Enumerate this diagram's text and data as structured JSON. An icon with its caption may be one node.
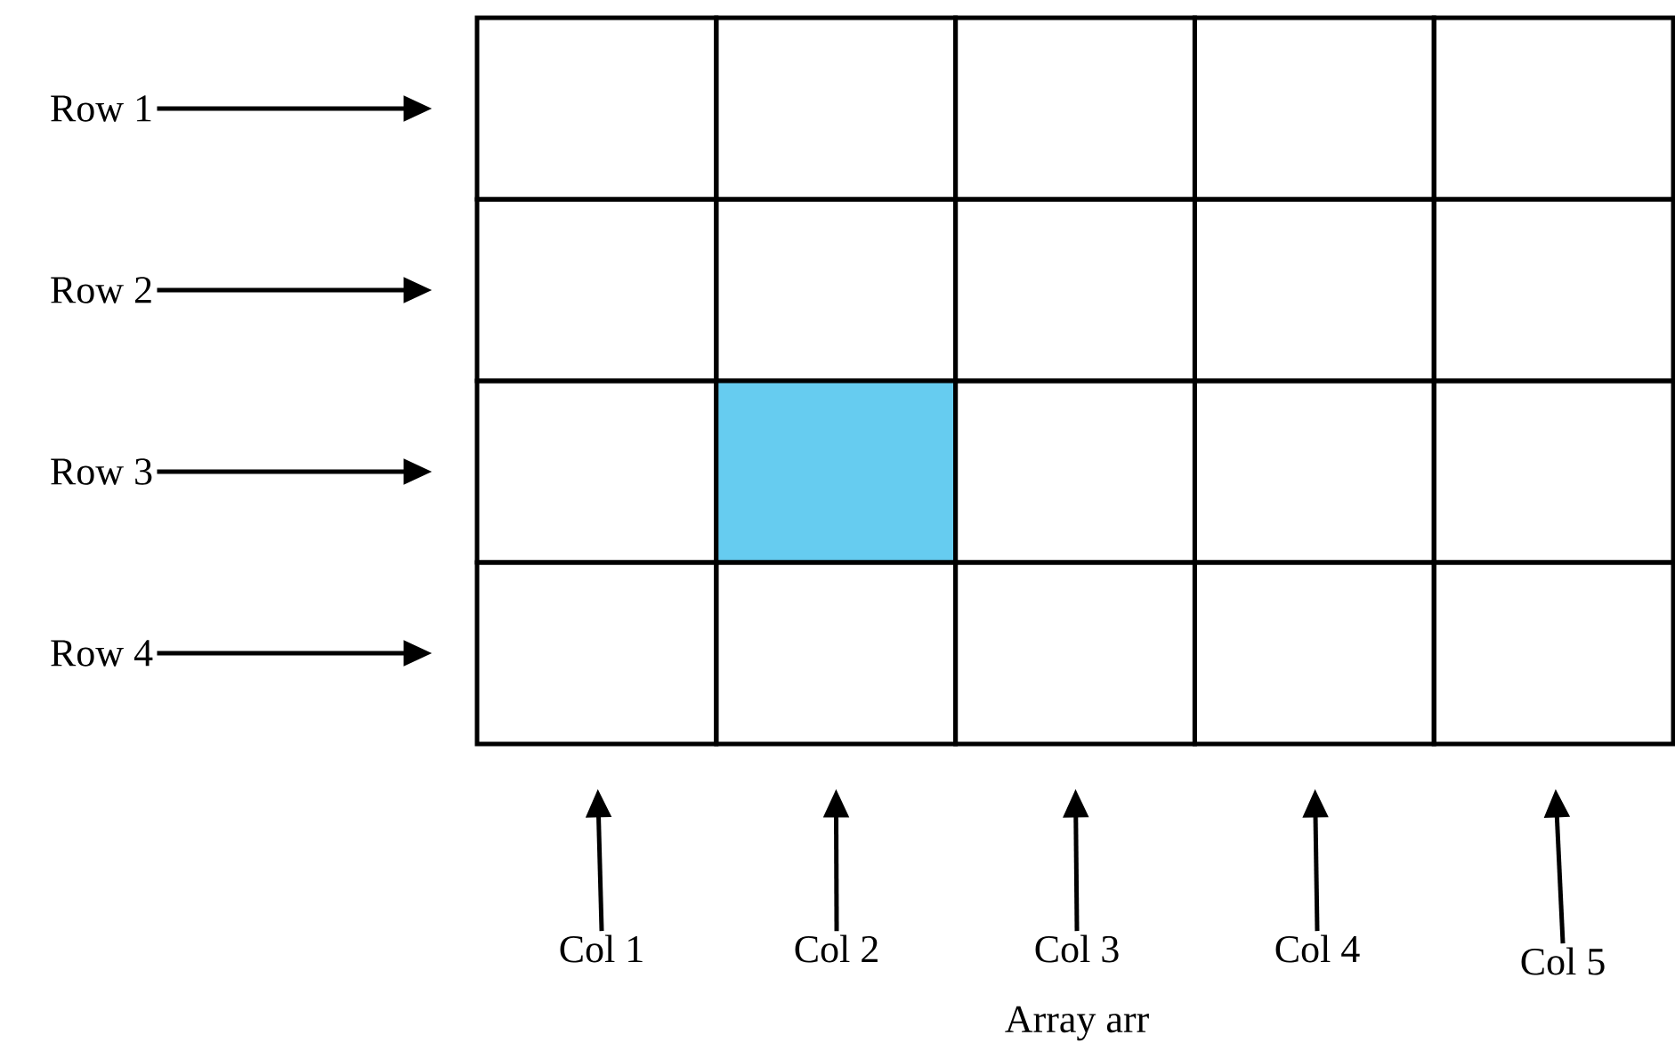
{
  "diagram": {
    "caption": "Array arr",
    "nodes": [
      {
        "text": [],
        "shape": "box"
      },
      {
        "text": [],
        "shape": "box"
      },
      {
        "text": [],
        "shape": "box"
      },
      {
        "text": [],
        "shape": "box"
      },
      {
        "text": [],
        "shape": "box"
      },
      {
        "text": [],
        "shape": "box"
      },
      {
        "text": [],
        "shape": "box"
      },
      {
        "text": [],
        "shape": "box"
      },
      {
        "text": [],
        "shape": "box"
      },
      {
        "text": [],
        "shape": "box"
      },
      {
        "text": [],
        "shape": "box"
      },
      {
        "text": [],
        "shape": "box"
      },
      {
        "text": [],
        "shape": "box"
      },
      {
        "text": [],
        "shape": "box"
      },
      {
        "text": [],
        "shape": "box"
      },
      {
        "text": [],
        "shape": "box"
      },
      {
        "text": [],
        "shape": "box"
      },
      {
        "text": [],
        "shape": "box"
      },
      {
        "text": [],
        "shape": "box"
      },
      {
        "text": [],
        "shape": "box"
      },
      {
        "text": [
          "Row 1"
        ]
      },
      {
        "text": [
          "Row 2"
        ]
      },
      {
        "text": [
          "Row 3"
        ]
      },
      {
        "text": [
          "Row 4"
        ]
      },
      {
        "text": [
          "Col 1"
        ]
      },
      {
        "text": [
          "Col 2"
        ]
      },
      {
        "text": [
          "Col 3"
        ]
      },
      {
        "text": [
          "Col 4"
        ]
      },
      {
        "text": [
          "Col 5"
        ]
      }
    ],
    "edges": [
      {
        "from": 20,
        "to": 0,
        "arrow": "to"
      },
      {
        "from": 21,
        "to": 5,
        "arrow": "to"
      },
      {
        "from": 22,
        "to": 10,
        "arrow": "to"
      },
      {
        "from": 23,
        "to": 15,
        "arrow": "to"
      },
      {
        "from": 24,
        "to": 15,
        "arrow": "to"
      },
      {
        "from": 25,
        "to": 16,
        "arrow": "to"
      },
      {
        "from": 26,
        "to": 17,
        "arrow": "to"
      },
      {
        "from": 27,
        "to": 18,
        "arrow": "to"
      },
      {
        "from": 28,
        "to": 19,
        "arrow": "to"
      }
    ]
  }
}
